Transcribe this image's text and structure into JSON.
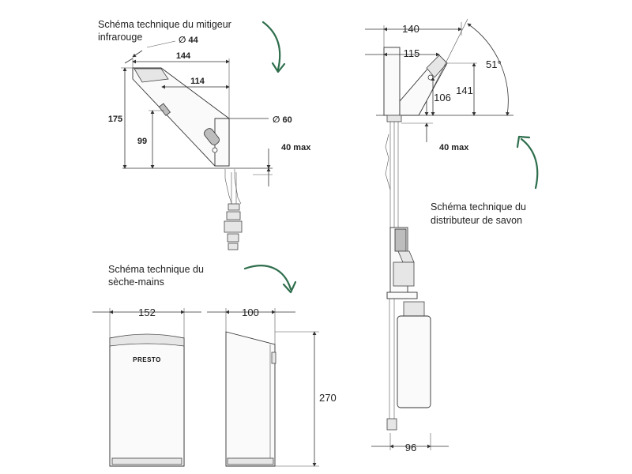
{
  "captions": {
    "mixer": [
      "Schéma technique du mitigeur",
      "infrarouge"
    ],
    "soap": [
      "Schéma technique du",
      "distributeur de savon"
    ],
    "dryer": [
      "Schéma technique du",
      "sèche-mains"
    ]
  },
  "mixer_dims": {
    "diameter_top": "∅ 44",
    "width_top": "144",
    "inner": "114",
    "height_total": "175",
    "height_lower": "99",
    "diameter_base": "∅ 60",
    "max_thickness": "40 max"
  },
  "soap_dims": {
    "width_top": "140",
    "inner": "115",
    "angle": "51°",
    "height_outer": "141",
    "height_inner": "106",
    "max_thickness": "40 max",
    "width_bottom": "96"
  },
  "dryer_dims": {
    "width_front": "152",
    "depth_side": "100",
    "height": "270",
    "brand": "PRESTO"
  },
  "colors": {
    "accent_arrow": "#2e6e4c",
    "line": "#333333"
  },
  "icons": {
    "arrows": "curved-arrow-icon"
  }
}
